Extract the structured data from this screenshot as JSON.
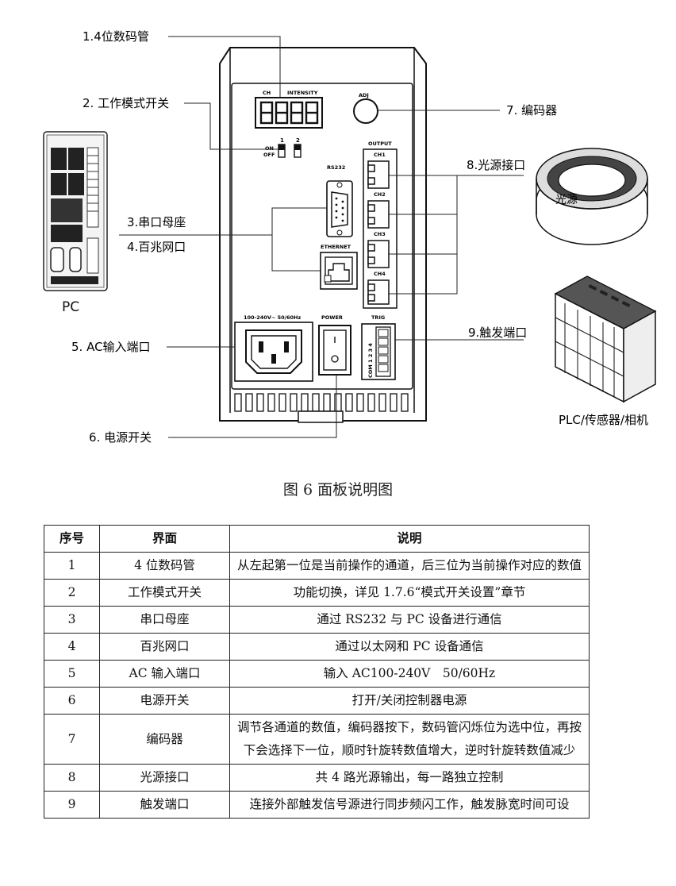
{
  "callouts": {
    "c1": "1.4位数码管",
    "c2": "2. 工作模式开关",
    "c3": "3.串口母座",
    "c4": "4.百兆网口",
    "c5": "5. AC输入端口",
    "c6": "6. 电源开关",
    "c7": "7. 编码器",
    "c8": "8.光源接口",
    "c9": "9.触发端口"
  },
  "device_labels": {
    "ch": "CH",
    "intensity": "INTENSITY",
    "adj": "ADJ",
    "output": "OUTPUT",
    "ch1": "CH1",
    "ch2": "CH2",
    "ch3": "CH3",
    "ch4": "CH4",
    "on": "ON",
    "off": "OFF",
    "sw1": "1",
    "sw2": "2",
    "rs232": "RS232",
    "ethernet": "ETHERNET",
    "ac_rating": "100-240V~ 50/60Hz",
    "power": "POWER",
    "trig": "TRIG",
    "trig_pins": "COM 1 2 3 4"
  },
  "side_labels": {
    "pc": "PC",
    "light": "光源",
    "plc": "PLC/传感器/相机"
  },
  "figure_caption": "图 6 面板说明图",
  "table": {
    "headers": [
      "序号",
      "界面",
      "说明"
    ],
    "rows": [
      {
        "no": "1",
        "name": "4 位数码管",
        "desc": "从左起第一位是当前操作的通道，后三位为当前操作对应的数值"
      },
      {
        "no": "2",
        "name": "工作模式开关",
        "desc": "功能切换，详见 1.7.6“模式开关设置”章节"
      },
      {
        "no": "3",
        "name": "串口母座",
        "desc": "通过 RS232 与 PC 设备进行通信"
      },
      {
        "no": "4",
        "name": "百兆网口",
        "desc": "通过以太网和 PC 设备通信"
      },
      {
        "no": "5",
        "name": "AC 输入端口",
        "desc": "输入 AC100-240V　50/60Hz"
      },
      {
        "no": "6",
        "name": "电源开关",
        "desc": "打开/关闭控制器电源"
      },
      {
        "no": "7",
        "name": "编码器",
        "desc": "调节各通道的数值，编码器按下，数码管闪烁位为选中位，再按下会选择下一位，顺时针旋转数值增大，逆时针旋转数值减少"
      },
      {
        "no": "8",
        "name": "光源接口",
        "desc": "共 4 路光源输出，每一路独立控制"
      },
      {
        "no": "9",
        "name": "触发端口",
        "desc": "连接外部触发信号源进行同步频闪工作，触发脉宽时间可设"
      }
    ]
  }
}
